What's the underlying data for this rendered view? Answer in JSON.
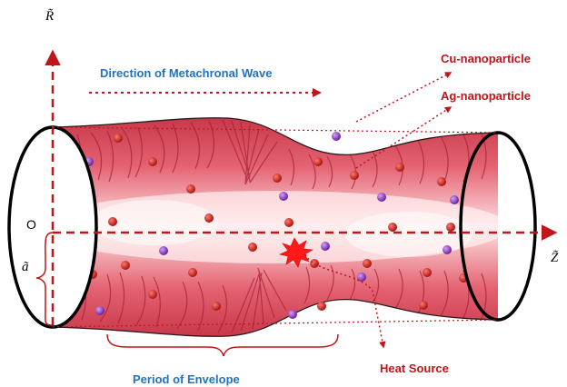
{
  "labels": {
    "r_axis": "R̃",
    "z_axis": "Z̃",
    "origin": "O",
    "radius": "ã",
    "wave_direction": "Direction of Metachronal Wave",
    "cu_nanoparticle": "Cu-nanoparticle",
    "ag_nanoparticle": "Ag-nanoparticle",
    "heat_source": "Heat Source",
    "period_of_envelope": "Period of Envelope"
  },
  "colors": {
    "axis_red": "#c0151b",
    "label_blue": "#1f73c2",
    "label_red": "#c0151b",
    "tube_body": "#e8606a",
    "cilia": "#b3283a",
    "cu_particle": "#c4251f",
    "ag_particle": "#8a3fb5",
    "heat_source": "#ff1a1a"
  },
  "icons": {
    "heat_source": "starburst-icon",
    "arrow": "arrowhead-icon"
  }
}
